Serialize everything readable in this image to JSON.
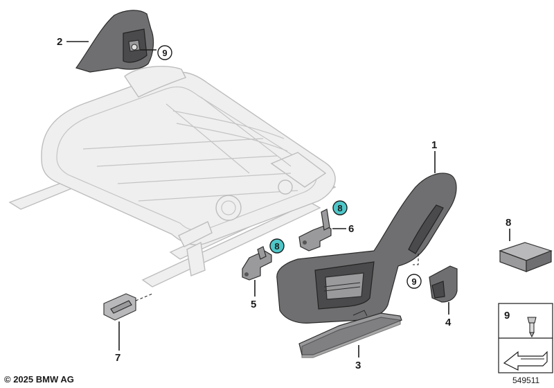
{
  "labels": {
    "part_1": "1",
    "part_2": "2",
    "part_3": "3",
    "part_4": "4",
    "part_5": "5",
    "part_6": "6",
    "part_7": "7",
    "part_8": "8",
    "circle_9_top": "9",
    "circle_9_right": "9",
    "circle_8_a": "8",
    "circle_8_b": "8",
    "legend_9": "9"
  },
  "footer": {
    "copyright": "© 2025 BMW AG",
    "diagram_id": "549511"
  },
  "colors": {
    "badge_fill": "#4fc7c9",
    "part_gray": "#6f6f71",
    "frame_gray": "#efefef"
  }
}
